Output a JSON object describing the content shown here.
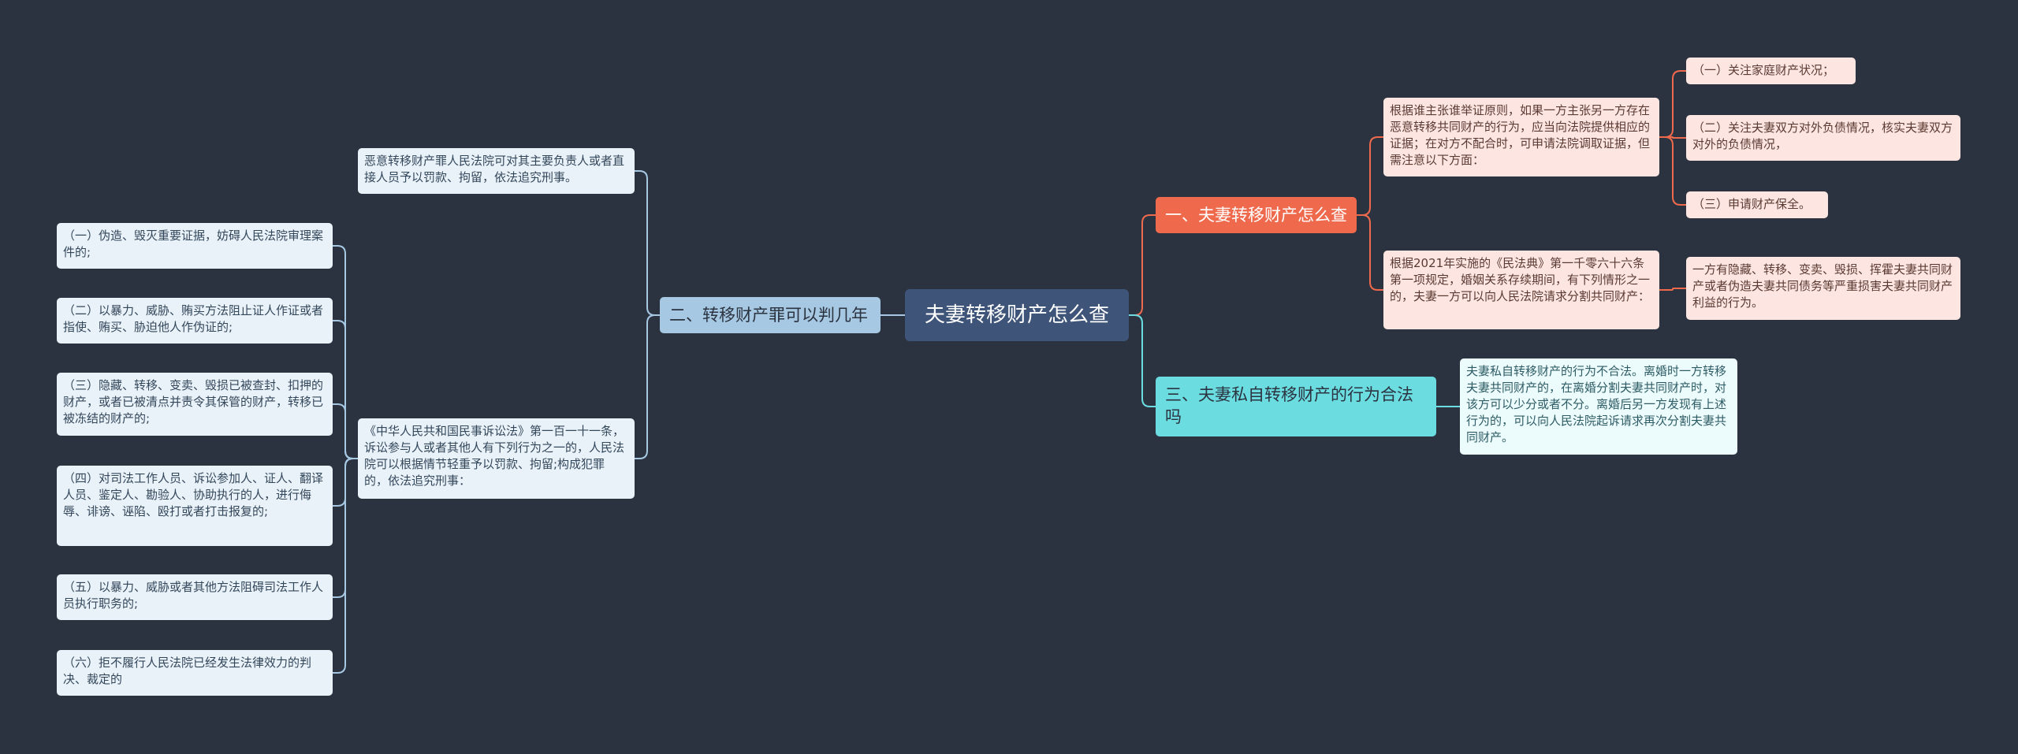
{
  "root": {
    "label": "夫妻转移财产怎么查"
  },
  "branches": {
    "b1": {
      "label": "一、夫妻转移财产怎么查"
    },
    "b1_detail1": {
      "label": "根据谁主张谁举证原则，如果一方主张另一方存在恶意转移共同财产的行为，应当向法院提供相应的证据；在对方不配合时，可申请法院调取证据，但需注意以下方面："
    },
    "b1_sub1": {
      "label": "（一）关注家庭财产状况；"
    },
    "b1_sub2": {
      "label": "（二）关注夫妻双方对外负债情况，核实夫妻双方对外的负债情况，"
    },
    "b1_sub3": {
      "label": "（三）申请财产保全。"
    },
    "b1_detail2": {
      "label": "根据2021年实施的《民法典》第一千零六十六条第一项规定，婚姻关系存续期间，有下列情形之一的，夫妻一方可以向人民法院请求分割共同财产："
    },
    "b1_sub4": {
      "label": "一方有隐藏、转移、变卖、毁损、挥霍夫妻共同财产或者伪造夫妻共同债务等严重损害夫妻共同财产利益的行为。"
    },
    "b3": {
      "label": "三、夫妻私自转移财产的行为合法吗"
    },
    "b3_detail": {
      "label": "夫妻私自转移财产的行为不合法。离婚时一方转移夫妻共同财产的，在离婚分割夫妻共同财产时，对该方可以少分或者不分。离婚后另一方发现有上述行为的，可以向人民法院起诉请求再次分割夫妻共同财产。"
    },
    "b2": {
      "label": "二、转移财产罪可以判几年"
    },
    "b2_detail1": {
      "label": "恶意转移财产罪人民法院可对其主要负责人或者直接人员予以罚款、拘留，依法追究刑事。"
    },
    "b2_detail2": {
      "label": "《中华人民共和国民事诉讼法》第一百一十一条，诉讼参与人或者其他人有下列行为之一的，人民法院可以根据情节轻重予以罚款、拘留;构成犯罪的，依法追究刑事："
    },
    "b2_sub1": {
      "label": "（一）伪造、毁灭重要证据，妨碍人民法院审理案件的;"
    },
    "b2_sub2": {
      "label": "（二）以暴力、威胁、贿买方法阻止证人作证或者指使、贿买、胁迫他人作伪证的;"
    },
    "b2_sub3": {
      "label": "（三）隐藏、转移、变卖、毁损已被查封、扣押的财产，或者已被清点并责令其保管的财产，转移已被冻结的财产的;"
    },
    "b2_sub4": {
      "label": "（四）对司法工作人员、诉讼参加人、证人、翻译人员、鉴定人、勘验人、协助执行的人，进行侮辱、诽谤、诬陷、殴打或者打击报复的;"
    },
    "b2_sub5": {
      "label": "（五）以暴力、威胁或者其他方法阻碍司法工作人员执行职务的;"
    },
    "b2_sub6": {
      "label": "（六）拒不履行人民法院已经发生法律效力的判决、裁定的"
    }
  },
  "colors": {
    "background": "#2b3340",
    "root": "#3e5579",
    "branch_orange": "#ef6a4d",
    "branch_cyan": "#6bdde1",
    "branch_blue": "#a6c8e2",
    "line_orange": "#ef6a4d",
    "line_cyan": "#6bdde1",
    "line_blue": "#a6c8e2"
  }
}
